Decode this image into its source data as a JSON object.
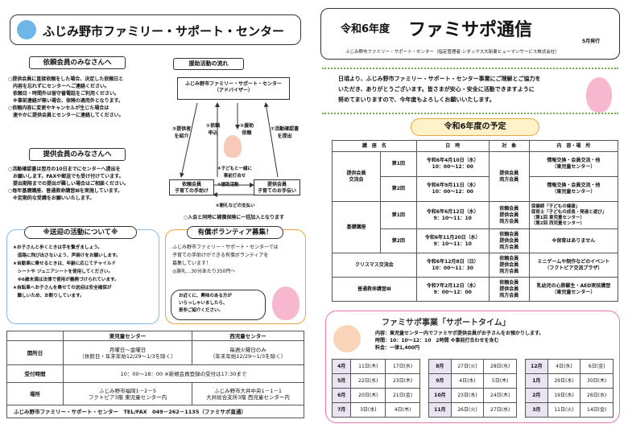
{
  "left": {
    "org_title": "ふじみ野市ファミリー・サポート・センター",
    "request": {
      "heading": "依頼会員のみなさんへ",
      "lines": [
        "○提供会員に直接依頼をした場合、決定した依頼日と",
        "　内容を忘れずにセンターへご連絡ください。",
        "　依頼日・時間外は留守番電話をご利用ください。",
        "　※事前連絡が無い場合、保険の適用外となります。",
        "○依頼内容に変更やキャンセルが生じた場合は",
        "　速やかに提供会員とセンターに連絡してください。"
      ]
    },
    "provide": {
      "heading": "提供会員のみなさんへ",
      "lines": [
        "○活動確認書は翌月の10日までにセンターへ提出を",
        "　お願いします。FAXや郵送でも受け付けています。",
        "　提出期限までの提出が難しい場合はご相談ください。",
        "○毎年基礎講座、普通救命講習Ⅲを実施しています。",
        "　※定期的な受講をお願いいたします。"
      ]
    },
    "flow": {
      "title": "援助活動の流れ",
      "center": "ふじみ野市ファミリー・サポート・センター\n（アドバイザー）",
      "s1": "①依頼\n申込",
      "s2": "②援助\n依頼",
      "s3": "③提供者\nを紹介",
      "s4": "⑦活動確認書\nを提出",
      "s5": "④子どもと一緒に\n事前打合せ",
      "s6": "⑤援助活動",
      "s7": "⑥謝礼などの支払い",
      "req_box": "依頼会員\n子育ての手助け",
      "prov_box": "提供会員\n子育てのお手伝い",
      "note": "○入会と同時に補償保険に一括加入となります"
    },
    "transport": {
      "heading": "※送迎の活動について※",
      "lines": [
        "★お子さんと歩くときは手を繋ぎましょう。",
        "　道路に飛び出さないよう、声掛けをお願いします。",
        "★自動車に乗せるときは、年齢に応じてチャイルド",
        "　シートや ジュニアシートを使用してください。",
        "　※6歳未満は法律で使用が義務づけられています。",
        "★自転車へお子さんを乗せての送迎は安全確保が",
        "　難しいため、お断りしています。"
      ]
    },
    "volunteer": {
      "heading": "有償ボランティア募集！",
      "lines": [
        "ふじみ野市ファミリー・サポート・センターでは",
        "子育ての手助けができる有償ボランティアを",
        "募集しています！",
        "◎謝礼…30分あたり350円～"
      ],
      "bubble": [
        "お近くに、興味のある方が",
        "いらっしゃいましたら、",
        "是非ご紹介ください。"
      ]
    },
    "info_table": {
      "headers": [
        "",
        "東児童センター",
        "西児童センター"
      ],
      "rows": [
        [
          "開所日",
          "月曜日～金曜日\n（休館日・年末年始12/29～1/3を除く）",
          "毎週火曜日のみ\n（年末年始12/29～1/3を除く）"
        ],
        [
          "受付時間",
          "10：00～18：00 ※新規会員登録の受付は17:30まで",
          ""
        ],
        [
          "場所",
          "ふじみ野市福岡1－2－5\nフクトピア3階 東児童センター内",
          "ふじみ野市大井中央1－1－1\n大井総合支所3階 西児童センター内"
        ]
      ],
      "footer": "ふじみ野市ファミリー・サポート・センター　TEL/FAX　049－262－1135（ファミサポ直通）"
    }
  },
  "right": {
    "year": "令和6年度",
    "title": "ファミサポ通信",
    "issue": "5月発行",
    "org_line": "ふじみ野市ファミリー・サポート・センター（指定管理者:シダックス大新東ヒューマンサービス株式会社）",
    "greeting": [
      "日頃より、ふじみ野市ファミリー・サポート・センター事業にご理解とご協力を",
      "いただき、ありがとうございます。皆さまが安心・安全に活動できますように",
      "努めてまいりますので、今年度もよろしくお願いいたします。"
    ],
    "schedule_title": "令和6年度の予定",
    "sched_headers": [
      "講　座　名",
      "日　時",
      "対　象",
      "内　容・場　所"
    ],
    "sched": [
      {
        "name": "提供会員\n交流会",
        "no": "第1回",
        "dt": "令和6年4月10日（水）\n10：00～12：00",
        "target": "提供会員\n両方会員",
        "content": "情報交換・会員交流・他\n（東児童センター）"
      },
      {
        "name": "",
        "no": "第2回",
        "dt": "令和6年9月11日（水）\n10：00～12：00",
        "target": "",
        "content": "情報交換・会員交流・他\n（東児童センター）"
      },
      {
        "name": "基礎講座",
        "no": "第1回",
        "dt": "令和6年6月12日（水）\n9：10～11：10",
        "target": "依頼会員\n提供会員\n両方会員",
        "content": "保健師「子どもの健康」\n保育士「子どもの成長・発達と遊び」\n（第1回 東児童センター）\n（第2回 西児童センター）"
      },
      {
        "name": "",
        "no": "第2回",
        "dt": "令和6年11月20日（水）\n9：10～11：10",
        "target": "依頼会員\n提供会員\n両方会員",
        "content": "※保育はありません"
      },
      {
        "name": "クリスマス交流会",
        "no": "",
        "dt": "令和6年12月8日（日）\n10：00～11：30",
        "target": "依頼会員\n提供会員\n両方会員",
        "content": "ミニゲームや制作などのイベント\n（フクトピア交流プラザ）"
      },
      {
        "name": "普通救命講習Ⅲ",
        "no": "",
        "dt": "令和7年2月12日（水）\n9：00～12：00",
        "target": "依頼会員\n提供会員\n両方会員",
        "content": "乳幼児の心肺蘇生・AED実技講習\n（東児童センター）"
      }
    ],
    "support": {
      "title": "ファミサポ事業「サポートタイム」",
      "lines": [
        "内容：東児童センター内でファミサポ提供会員がお子さんをお預かりします。",
        "時間：10：10～12：10　2時間 ※事前打合わせを含む",
        "料金：一律1,400円"
      ],
      "months": [
        [
          [
            "4月",
            "11日(木)",
            "17日(水)"
          ],
          [
            "5月",
            "22日(水)",
            "23日(木)"
          ],
          [
            "6月",
            "20日(木)",
            "21日(金)"
          ],
          [
            "7月",
            "3日(水)",
            "4日(木)"
          ]
        ],
        [
          [
            "8月",
            "27日(火)",
            "28日(水)"
          ],
          [
            "9月",
            "4日(水)",
            "5日(木)"
          ],
          [
            "10月",
            "23日(水)",
            "24日(木)"
          ],
          [
            "11月",
            "26日(火)",
            "27日(水)"
          ]
        ],
        [
          [
            "12月",
            "4日(水)",
            "6日(金)"
          ],
          [
            "1月",
            "29日(水)",
            "30日(木)"
          ],
          [
            "2月",
            "19日(水)",
            "26日(水)"
          ],
          [
            "3月",
            "11日(火)",
            "14日(金)"
          ]
        ]
      ]
    }
  }
}
